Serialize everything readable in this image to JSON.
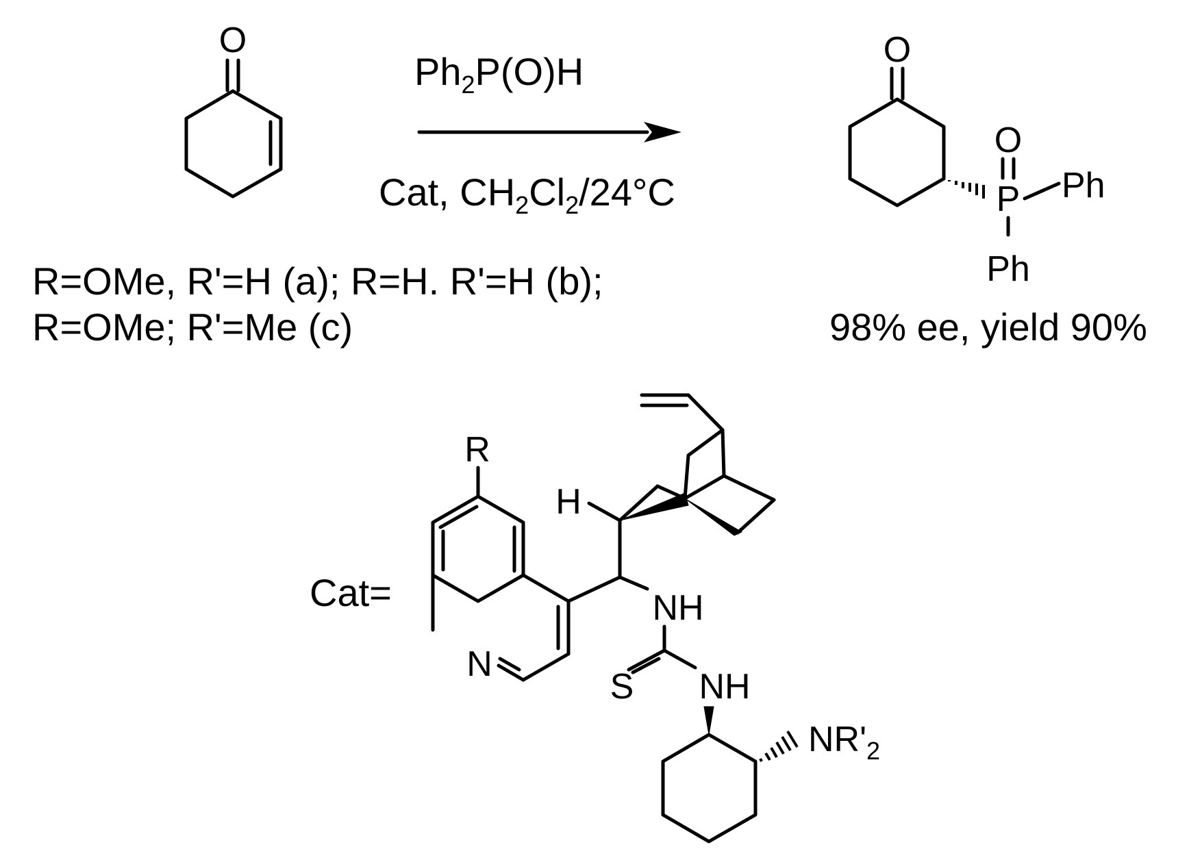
{
  "reagent_above_arrow": {
    "main": "Ph",
    "sub": "2",
    "rest": "P(O)H"
  },
  "conditions_below_arrow": {
    "a": "Cat, CH",
    "s1": "2",
    "b": "Cl",
    "s2": "2",
    "c": "/24°C"
  },
  "substituent_line_1": "R=OMe, R'=H (a); R=H. R'=H (b);",
  "substituent_line_2": "R=OMe; R'=Me (c)",
  "product_result": "98% ee, yield 90%",
  "catalyst_label": "Cat=",
  "atoms": {
    "oxygen": "O",
    "phosphorus": "P",
    "phenyl": "Ph",
    "nitrogen": "N",
    "sulfur": "S",
    "hydrogen": "H",
    "amine": "NH",
    "r_group": "R",
    "nr_main": "NR'",
    "nr_sub": "2"
  }
}
